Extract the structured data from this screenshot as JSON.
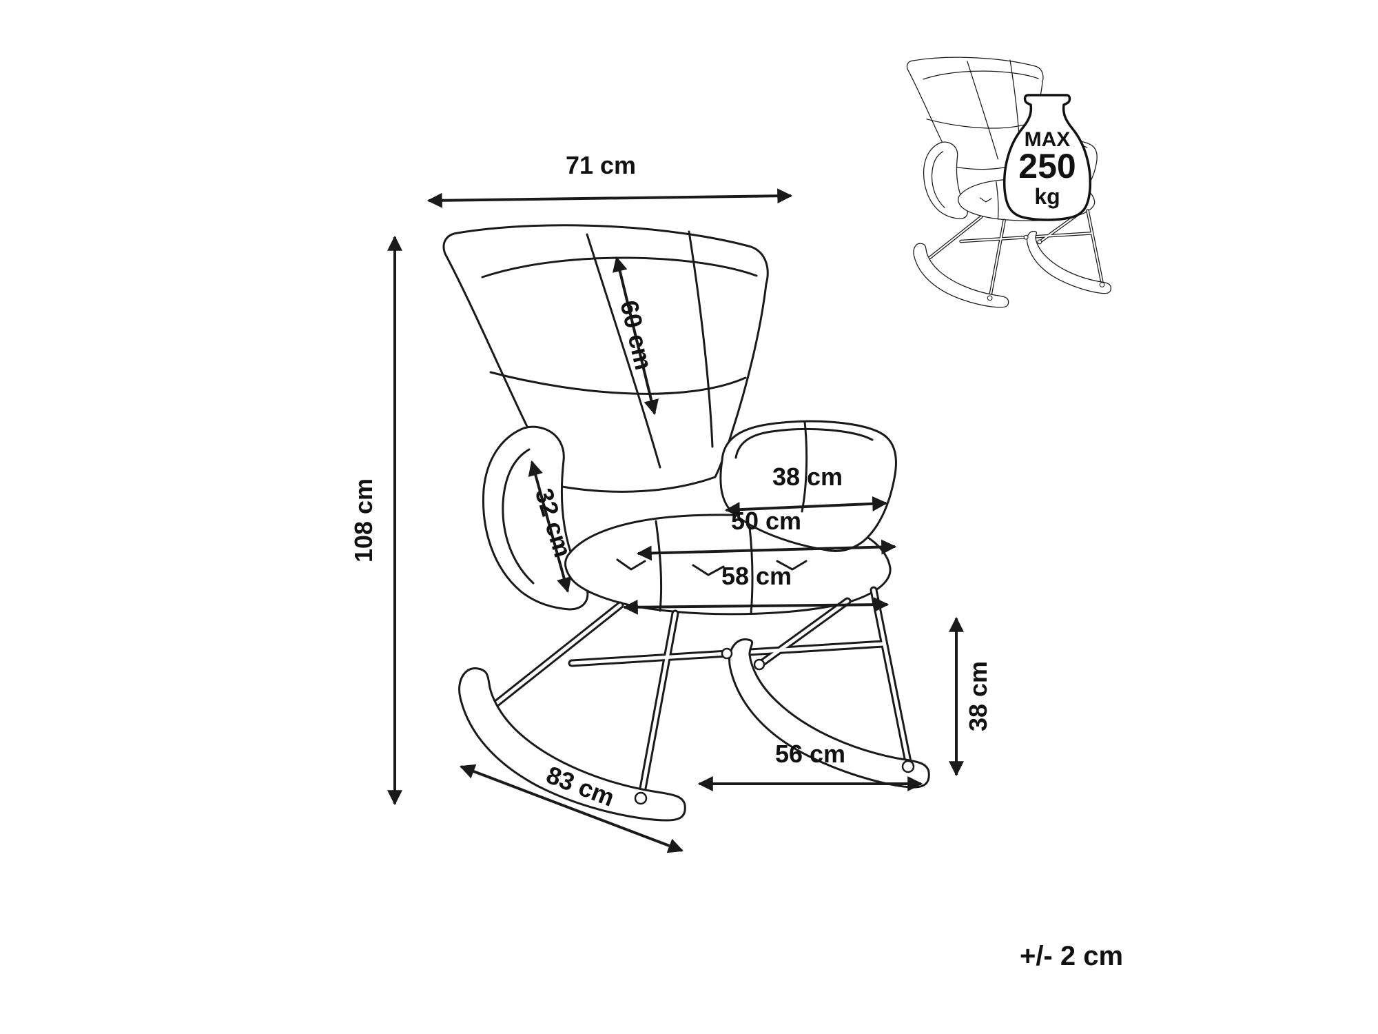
{
  "dimensions": {
    "overall_width": "71 cm",
    "overall_height": "108 cm",
    "backrest_height": "60 cm",
    "armrest_height": "32 cm",
    "seat_depth": "38 cm",
    "seat_width": "50 cm",
    "seat_total_width": "58 cm",
    "seat_height": "38 cm",
    "base_width": "56 cm",
    "skid_length": "83 cm"
  },
  "weight_limit": {
    "max_label": "MAX",
    "value": "250",
    "unit": "kg"
  },
  "tolerance": "+/- 2 cm",
  "colors": {
    "line": "#1a1a1a",
    "background": "#ffffff"
  }
}
